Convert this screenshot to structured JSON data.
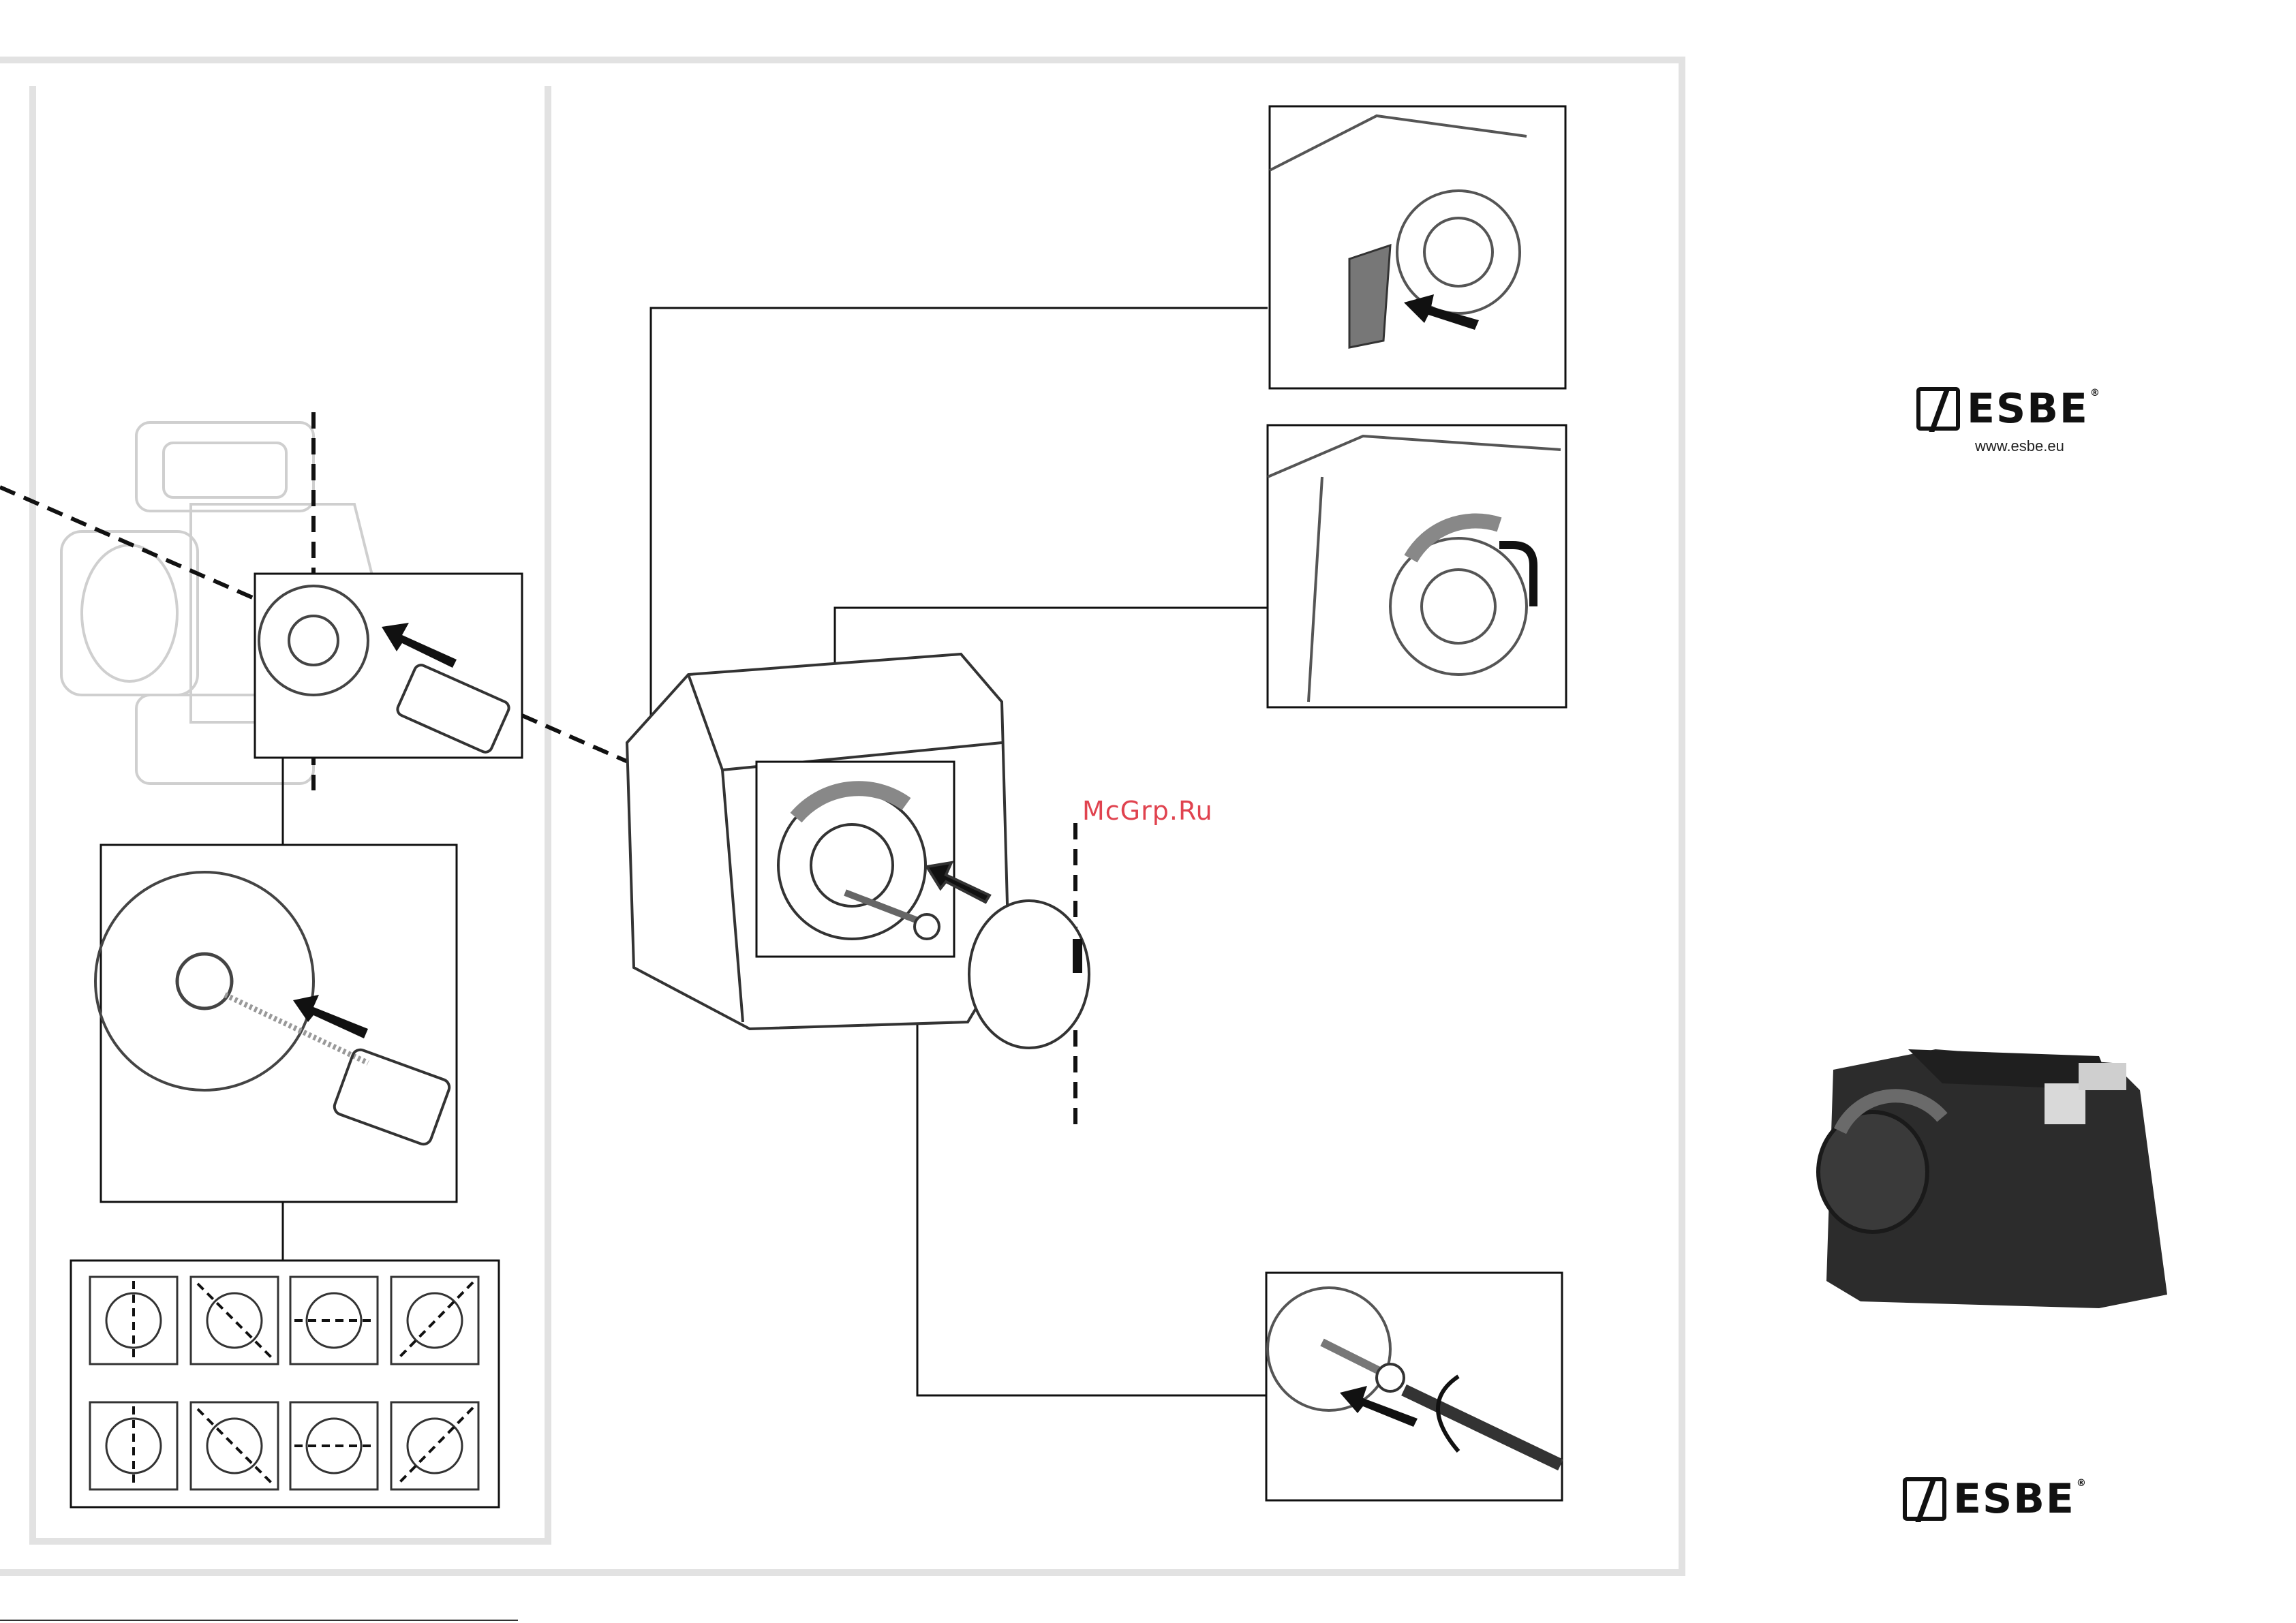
{
  "watermark": "McGrp.Ru",
  "brand": {
    "name": "ESBE",
    "registered": "®",
    "website": "www.esbe.eu"
  },
  "icons": [
    "arrow-icon",
    "rotate-arrow-icon",
    "screwdriver-icon"
  ]
}
